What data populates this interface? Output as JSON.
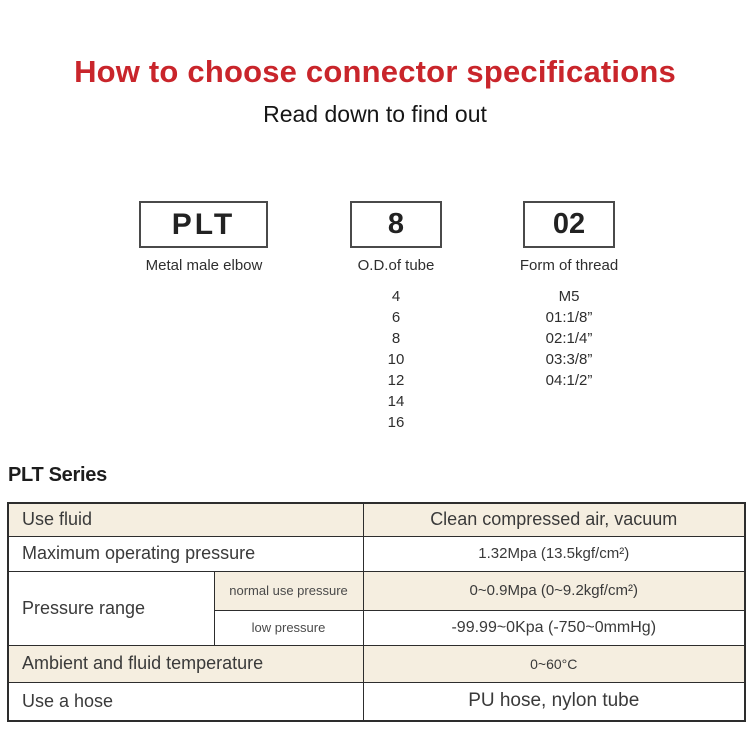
{
  "header": {
    "title": "How to choose connector specifications",
    "subtitle": "Read down to find out"
  },
  "selector": {
    "boxes": [
      {
        "code": "PLT",
        "label": "Metal male elbow"
      },
      {
        "code": "8",
        "label": "O.D.of tube"
      },
      {
        "code": "02",
        "label": "Form of thread"
      }
    ],
    "tube_options": [
      "4",
      "6",
      "8",
      "10",
      "12",
      "14",
      "16"
    ],
    "thread_options": [
      "M5",
      "01:1/8”",
      "02:1/4”",
      "03:3/8”",
      "04:1/2”"
    ]
  },
  "series_heading": "PLT Series",
  "spec_table": {
    "use_fluid_label": "Use fluid",
    "use_fluid_value": "Clean compressed air, vacuum",
    "max_pressure_label": "Maximum operating pressure",
    "max_pressure_value": "1.32Mpa (13.5kgf/cm²)",
    "pressure_range_label": "Pressure range",
    "normal_pressure_label": "normal use pressure",
    "normal_pressure_value": "0~0.9Mpa (0~9.2kgf/cm²)",
    "low_pressure_label": "low pressure",
    "low_pressure_value": "-99.99~0Kpa (-750~0mmHg)",
    "temperature_label": "Ambient and fluid temperature",
    "temperature_value": "0~60°C",
    "hose_label": "Use a hose",
    "hose_value": "PU hose, nylon tube"
  },
  "colors": {
    "accent_red": "#c9252b",
    "row_beige": "#f5eee0",
    "border_dark": "#2d2d2d"
  }
}
